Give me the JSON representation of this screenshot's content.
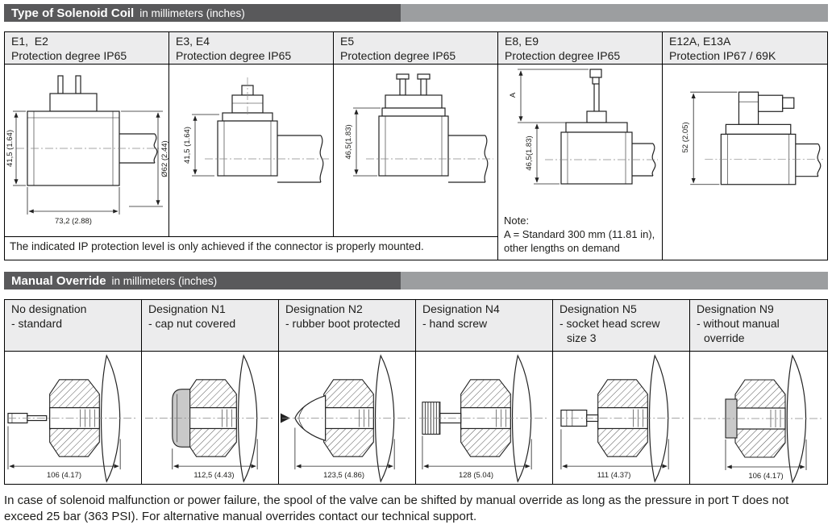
{
  "page": {
    "footer": "In case of solenoid malfunction or power failure, the spool of the valve can be shifted by manual override as long as the pressure in port T does not exceed 25 bar (363 PSI). For alternative manual overrides contact our technical support."
  },
  "solenoid": {
    "title": "Type of Solenoid Coil",
    "subtitle": "in millimeters (inches)",
    "footnote": "The indicated IP protection level is only achieved if the connector is properly mounted.",
    "cols": [
      {
        "label": "E1,  E2",
        "sub": "Protection degree IP65",
        "dims": {
          "height": "41,5 (1.64)",
          "dia": "Ø62 (2.44)",
          "width": "73,2 (2.88)"
        }
      },
      {
        "label": "E3, E4",
        "sub": "Protection degree IP65",
        "dims": {
          "height": "41,5 (1.64)"
        }
      },
      {
        "label": "E5",
        "sub": "Protection degree IP65",
        "dims": {
          "height": "46,5(1.83)"
        }
      },
      {
        "label": "E8, E9",
        "sub": "Protection degree IP65",
        "dims": {
          "height": "46,5(1.83)",
          "cable": "A"
        },
        "note": [
          "Note:",
          "A = Standard 300 mm (11.81 in),",
          "other lengths on demand"
        ]
      },
      {
        "label": "E12A, E13A",
        "sub": "Protection IP67 / 69K",
        "dims": {
          "height": "52 (2.05)"
        }
      }
    ]
  },
  "override": {
    "title": "Manual Override",
    "subtitle": "in millimeters (inches)",
    "cols": [
      {
        "label": "No designation",
        "sub": "- standard",
        "dim": "106 (4.17)"
      },
      {
        "label": "Designation N1",
        "sub": "- cap nut covered",
        "dim": "112,5 (4.43)"
      },
      {
        "label": "Designation N2",
        "sub": "- rubber boot protected",
        "dim": "123,5 (4.86)"
      },
      {
        "label": "Designation N4",
        "sub": "- hand screw",
        "dim": "128 (5.04)"
      },
      {
        "label": "Designation N5",
        "sub": "- socket head screw size 3",
        "dim": "111 (4.37)"
      },
      {
        "label": "Designation N9",
        "sub": "- without manual override",
        "dim": "106 (4.17)"
      }
    ]
  }
}
